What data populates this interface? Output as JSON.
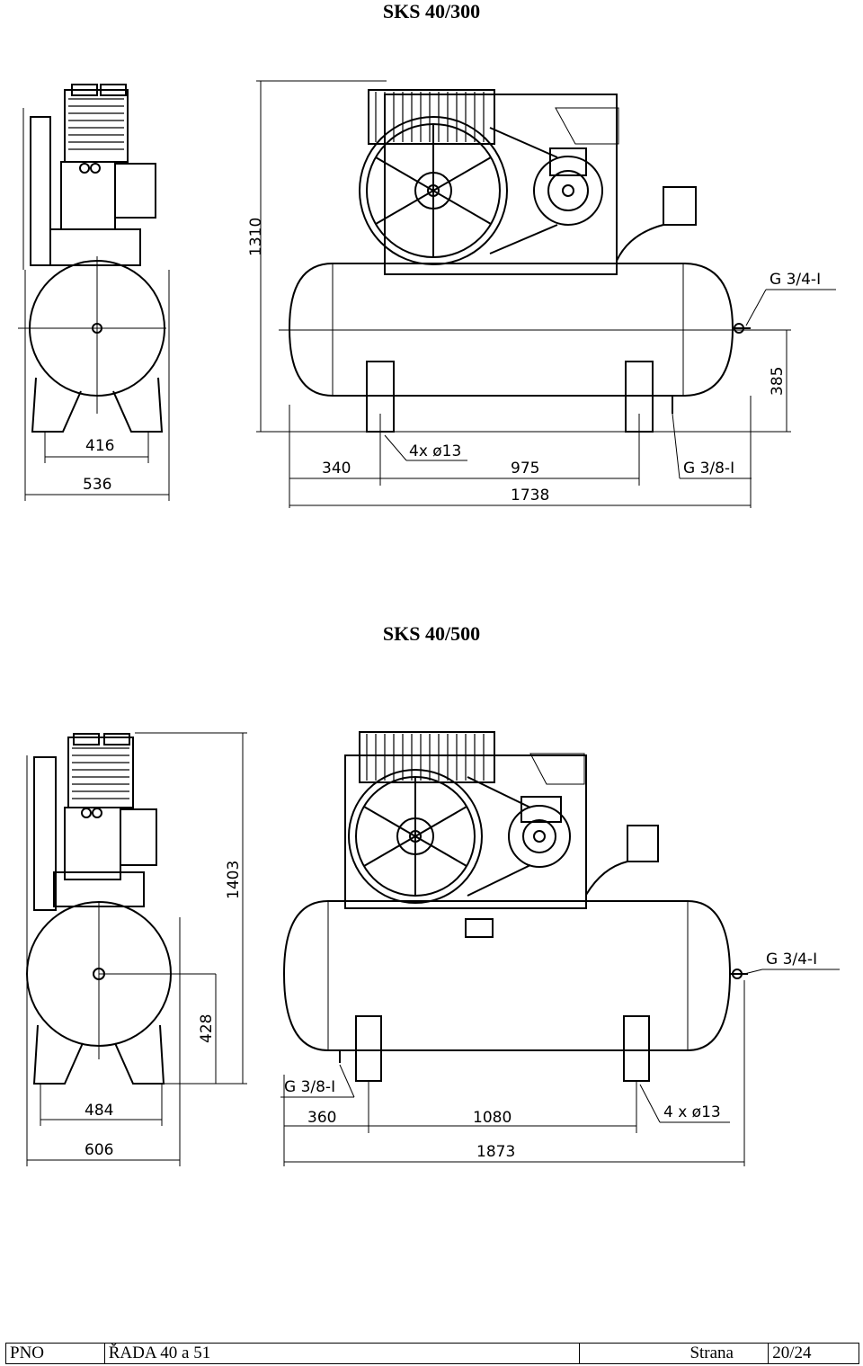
{
  "drawing1": {
    "title": "SKS 40/300",
    "dims": {
      "height": "1310",
      "tank_axis": "385",
      "width_inner": "416",
      "width_outer": "536",
      "left_offset": "340",
      "foot_spacing": "975",
      "length": "1738",
      "outlet": "G 3/4-I",
      "drain": "G 3/8-I",
      "holes": "4x ø13"
    }
  },
  "drawing2": {
    "title": "SKS 40/500",
    "dims": {
      "height": "1403",
      "tank_axis": "428",
      "width_inner": "484",
      "width_outer": "606",
      "left_offset": "360",
      "foot_spacing": "1080",
      "length": "1873",
      "outlet": "G 3/4-I",
      "drain": "G 3/8-I",
      "holes": "4 x ø13"
    }
  },
  "footer": {
    "code": "PNO",
    "series": "ŘADA 40 a 51",
    "page_label": "Strana",
    "page": "20/24"
  }
}
